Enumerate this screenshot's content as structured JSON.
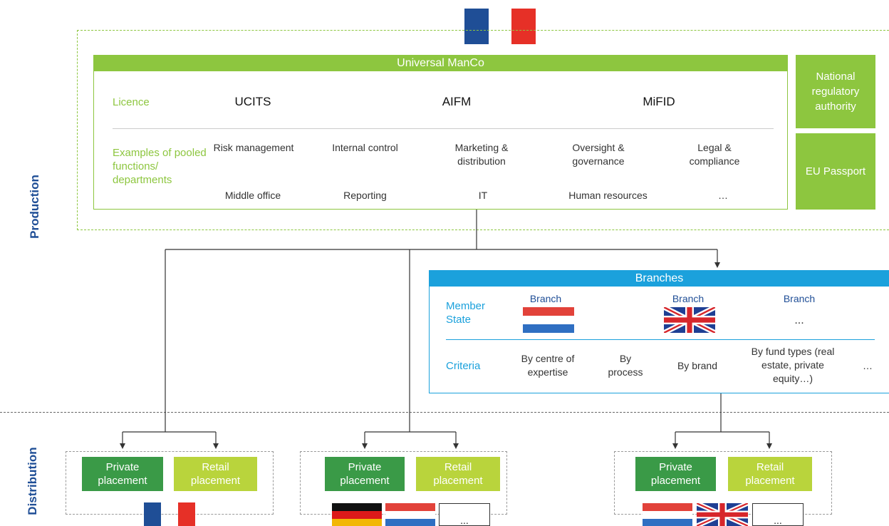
{
  "side_labels": {
    "production": "Production",
    "distribution": "Distribution"
  },
  "manco": {
    "title": "Universal ManCo",
    "licence_label": "Licence",
    "licences": [
      "UCITS",
      "AIFM",
      "MiFID"
    ],
    "functions_label": "Examples of pooled functions/ departments",
    "functions_row1": [
      "Risk management",
      "Internal control",
      "Marketing & distribution",
      "Oversight & governance",
      "Legal & compliance"
    ],
    "functions_row2": [
      "Middle office",
      "Reporting",
      "IT",
      "Human resources",
      "…"
    ]
  },
  "regulator": {
    "national": "National regulatory authority",
    "passport": "EU Passport"
  },
  "branches": {
    "title": "Branches",
    "member_state_label": "Member State",
    "branch_labels": [
      "Branch",
      "Branch",
      "Branch"
    ],
    "branch_more": "...",
    "criteria_label": "Criteria",
    "criteria": [
      "By centre of expertise",
      "By process",
      "By brand",
      "By fund types (real estate, private equity…)",
      "…"
    ]
  },
  "distribution": {
    "private_label": "Private placement",
    "retail_label": "Retail placement",
    "more_flag": "..."
  },
  "colors": {
    "green": "#8dc63f",
    "dark_green": "#3a9a47",
    "lime": "#b9d43c",
    "blue": "#1ba1dc",
    "navy": "#1f4e96",
    "french_blue": "#1f4e96",
    "french_red": "#e63027",
    "dutch_red": "#e2423a",
    "dutch_blue": "#2f6fc2",
    "german_black": "#111111",
    "german_red": "#dd1a1a",
    "german_gold": "#f2b705"
  },
  "flags": [
    "france",
    "france",
    "netherlands",
    "united-kingdom",
    "germany",
    "netherlands",
    "netherlands",
    "united-kingdom"
  ]
}
